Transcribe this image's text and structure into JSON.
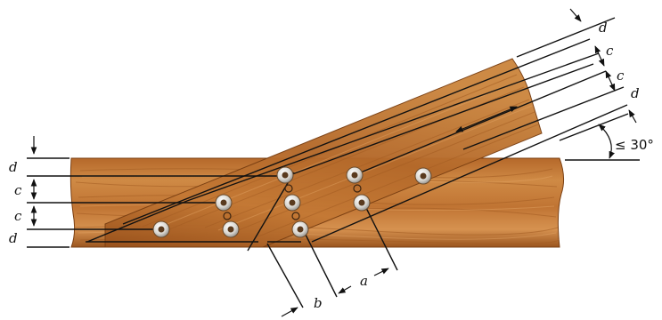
{
  "labels": {
    "d": "d",
    "c": "c",
    "a": "a",
    "b": "b",
    "angle": "≤ 30°"
  },
  "colors": {
    "wood_dark": "#8a4a17",
    "wood_mid": "#b86d2a",
    "wood_light": "#d08a42",
    "fastener_ring": "#d8d8d8",
    "fastener_core": "#5a3a1e",
    "dimension_line": "#111111"
  }
}
